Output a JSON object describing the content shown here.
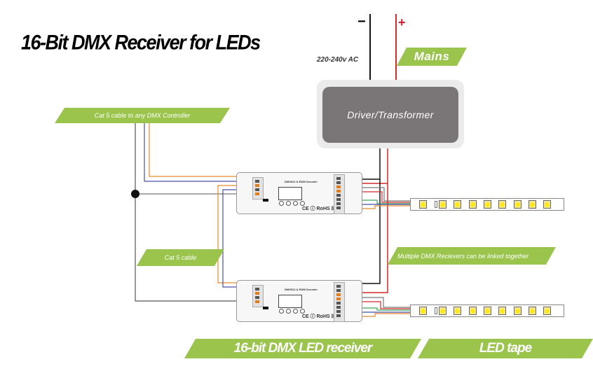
{
  "title": "16-Bit DMX Receiver for LEDs",
  "power": {
    "minus_symbol": "−",
    "plus_symbol": "+",
    "voltage_label": "220-240v AC",
    "mains_label": "Mains",
    "driver_label": "Driver/Transformer"
  },
  "labels": {
    "cat5_controller": "Cat 5 cable to any DMX Controller",
    "cat5_link": "Cat 5 cable",
    "multiple_receivers": "Multiple DMX Recievers can be linked together",
    "receiver_caption": "16-bit DMX LED receiver",
    "tape_caption": "LED tape"
  },
  "decoders": [
    {
      "label": "DMX512 & RDM Decoder",
      "cert": "CE ⓘ RoHS ☒"
    },
    {
      "label": "DMX512 & RDM Decoder",
      "cert": "CE ⓘ RoHS ☒"
    }
  ],
  "led_tapes": [
    {
      "led_count": 9
    },
    {
      "led_count": 9
    }
  ],
  "colors": {
    "accent_green": "#9bc44d",
    "wire_red": "#d42a2a",
    "wire_black": "#111111",
    "wire_orange": "#e88a2e",
    "wire_blue": "#4a4fa8",
    "wire_green": "#3aa65a",
    "wire_grey": "#777777",
    "driver_grey": "#7a7677"
  }
}
